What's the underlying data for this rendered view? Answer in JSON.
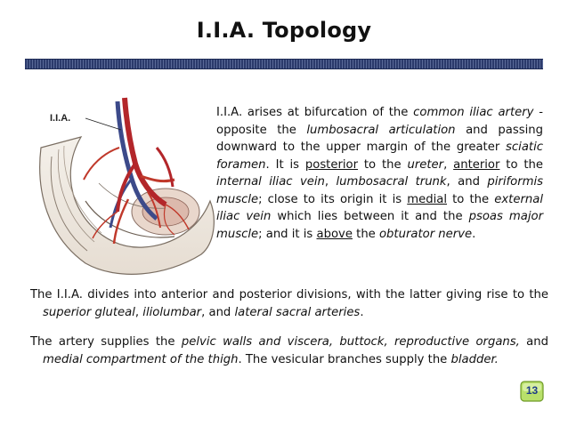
{
  "title": "I.I.A. Topology",
  "figure": {
    "label": "I.I.A."
  },
  "para1": {
    "s1": "I.I.A. arises at bifurcation of the ",
    "i1": "common iliac artery",
    "s2": " - opposite the ",
    "i2": "lumbosacral articulation",
    "s3": " and passing downward to the upper margin of the greater ",
    "i3": "sciatic foramen",
    "s4": ". It is ",
    "u1": "posterior",
    "s5": " to the ",
    "i4": "ureter",
    "s6": ", ",
    "u2": "anterior",
    "s7": " to the ",
    "i5": "internal iliac vein",
    "s8": ", ",
    "i6": "lumbosacral trunk",
    "s9": ", and ",
    "i7": "piriformis muscle",
    "s10": "; close to its origin it is ",
    "u3": "medial",
    "s11": " to the ",
    "i8": "external iliac vein",
    "s12": " which lies between it and the ",
    "i9": "psoas major muscle",
    "s13": "; and it is ",
    "u4": "above",
    "s14": " the ",
    "i10": "obturator nerve",
    "s15": "."
  },
  "para2": {
    "s1": "The I.I.A. divides into anterior and posterior divisions, with the latter giving rise to the ",
    "i1": "superior gluteal",
    "s2": ", ",
    "i2": "iliolumbar",
    "s3": ", and ",
    "i3": "lateral sacral arteries",
    "s4": "."
  },
  "para3": {
    "s1": "The artery supplies the ",
    "i1": "pelvic walls and viscera, buttock, reproductive organs,",
    "s2": " and ",
    "i2": "medial compartment of the thigh",
    "s3": ". The vesicular branches supply the ",
    "i3": "bladder.",
    "s4": ""
  },
  "page_number": "13",
  "colors": {
    "title_bar": "#2b3a6b",
    "badge_fill": "#9ccf4a",
    "badge_number": "#1f3d8a",
    "artery": "#b3262a"
  }
}
